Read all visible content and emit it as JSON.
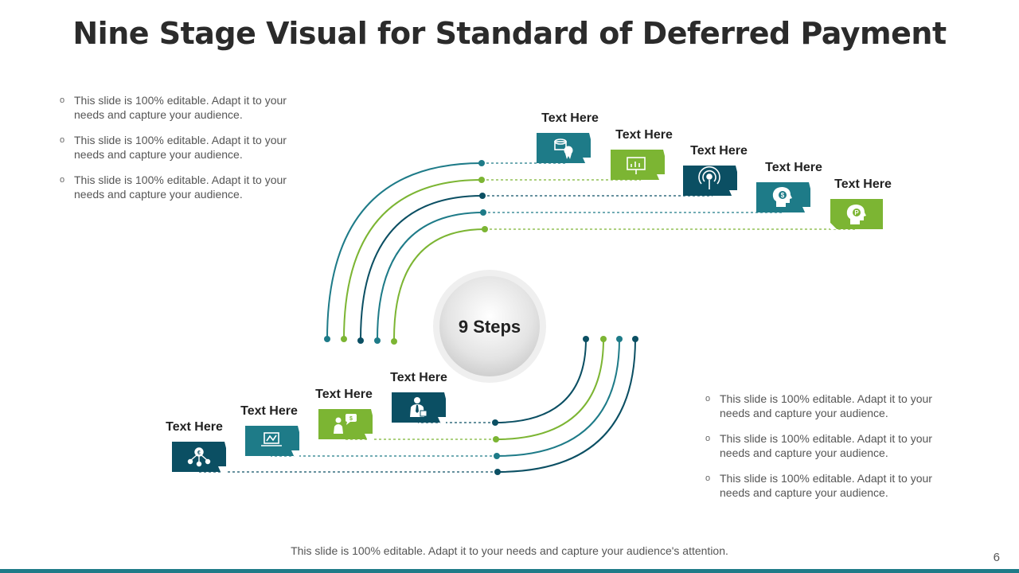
{
  "slide": {
    "title": "Nine Stage Visual for Standard of Deferred Payment",
    "center_label": "9 Steps",
    "footer": "This slide is 100% editable. Adapt it to your needs and capture your audience's attention.",
    "page_number": "6"
  },
  "bullets_top_left": [
    "This slide is 100% editable. Adapt it to your needs and capture your audience.",
    "This slide is 100% editable. Adapt it to your needs and capture your audience.",
    "This slide is 100% editable. Adapt it to your needs and capture your audience."
  ],
  "bullets_bottom_right": [
    "This slide is 100% editable. Adapt it to your needs and capture your audience.",
    "This slide is 100% editable. Adapt it to your needs and capture your audience.",
    "This slide is 100% editable. Adapt it to your needs and capture your audience."
  ],
  "steps": [
    {
      "label": "Text Here",
      "icon": "certificate-database-icon",
      "color": "#1e7b88"
    },
    {
      "label": "Text Here",
      "icon": "presentation-chart-icon",
      "color": "#7cb533"
    },
    {
      "label": "Text Here",
      "icon": "idea-broadcast-icon",
      "color": "#0b4f63"
    },
    {
      "label": "Text Here",
      "icon": "head-dollar-icon",
      "color": "#1e7b88"
    },
    {
      "label": "Text Here",
      "icon": "head-coin-icon",
      "color": "#7cb533"
    },
    {
      "label": "Text Here",
      "icon": "businessman-icon",
      "color": "#0b4f63"
    },
    {
      "label": "Text Here",
      "icon": "person-dollar-speech-icon",
      "color": "#7cb533"
    },
    {
      "label": "Text Here",
      "icon": "laptop-chart-icon",
      "color": "#1e7b88"
    },
    {
      "label": "Text Here",
      "icon": "euro-network-icon",
      "color": "#0b4f63"
    }
  ],
  "colors": {
    "teal": "#1e7b88",
    "green": "#7cb533",
    "navy": "#0b4f63"
  }
}
